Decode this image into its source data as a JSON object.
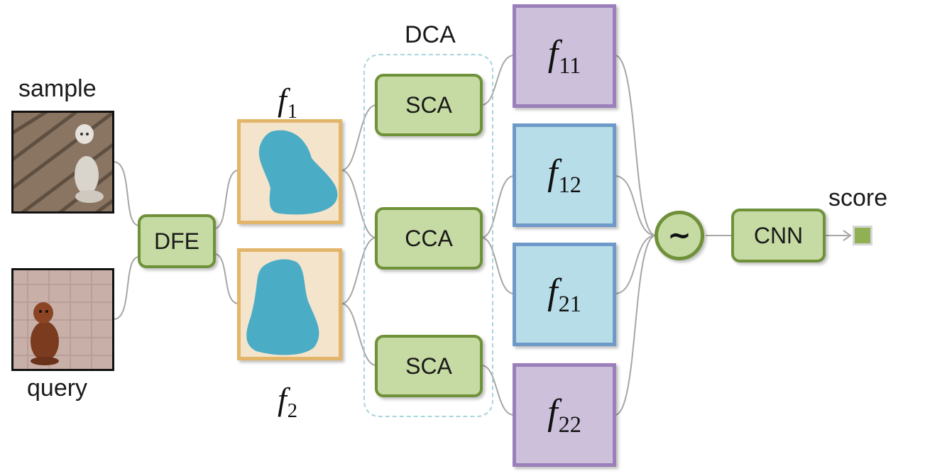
{
  "labels": {
    "sample": "sample",
    "query": "query",
    "dca": "DCA",
    "score": "score"
  },
  "nodes": {
    "dfe": "DFE",
    "sca_top": "SCA",
    "cca": "CCA",
    "sca_bottom": "SCA",
    "cnn": "CNN",
    "similarity": "~"
  },
  "features": {
    "f1": {
      "base": "f",
      "sub": "1"
    },
    "f2": {
      "base": "f",
      "sub": "2"
    },
    "f11": {
      "base": "f",
      "sub": "11"
    },
    "f12": {
      "base": "f",
      "sub": "12"
    },
    "f21": {
      "base": "f",
      "sub": "21"
    },
    "f22": {
      "base": "f",
      "sub": "22"
    }
  },
  "colors": {
    "module_fill": "#c6dba3",
    "module_border": "#6f9139",
    "feature_map_fill": "#f3e4cb",
    "feature_map_border": "#e2b56a",
    "blob": "#4aacc5",
    "purple_fill": "#ccc0da",
    "purple_border": "#9a7fba",
    "blue_fill": "#b7dde8",
    "blue_border": "#6f99c9",
    "dca_frame": "#a9d4df",
    "wire": "#a6a6a6"
  }
}
